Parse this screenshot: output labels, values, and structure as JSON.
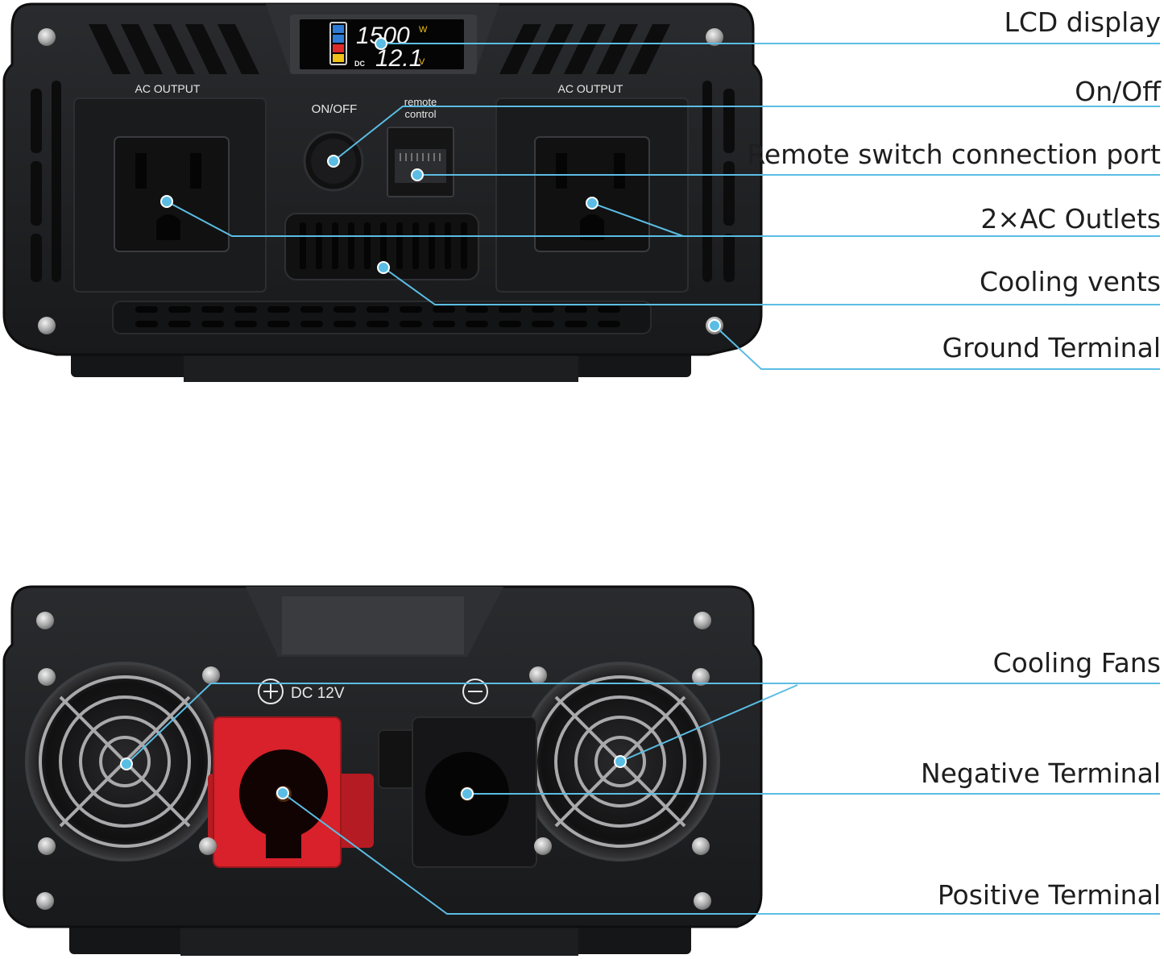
{
  "device_labels": {
    "ac_output_left": "AC OUTPUT",
    "ac_output_right": "AC OUTPUT",
    "on_off": "ON/OFF",
    "remote_line1": "remote",
    "remote_line2": "control",
    "dc_voltage": "DC 12V",
    "plus_symbol": "+",
    "minus_symbol": "−"
  },
  "lcd": {
    "watts": "1500",
    "watts_unit": "W",
    "volts": "12.1",
    "volts_unit": "V",
    "dc": "DC"
  },
  "callouts": {
    "lcd_display": "LCD display",
    "on_off": "On/Off",
    "remote_port": "Remote switch connection port",
    "ac_outlets": "2×AC Outlets",
    "cooling_vents": "Cooling vents",
    "ground_terminal": "Ground Terminal",
    "cooling_fans": "Cooling Fans",
    "negative_terminal": "Negative Terminal",
    "positive_terminal": "Positive Terminal"
  },
  "colors": {
    "leader_line": "#5bbde4",
    "housing": "#1f2022",
    "housing_edge": "#2c2d30",
    "panel": "#1a1b1d",
    "positive_cap": "#d8212a",
    "negative_cap": "#161618"
  }
}
